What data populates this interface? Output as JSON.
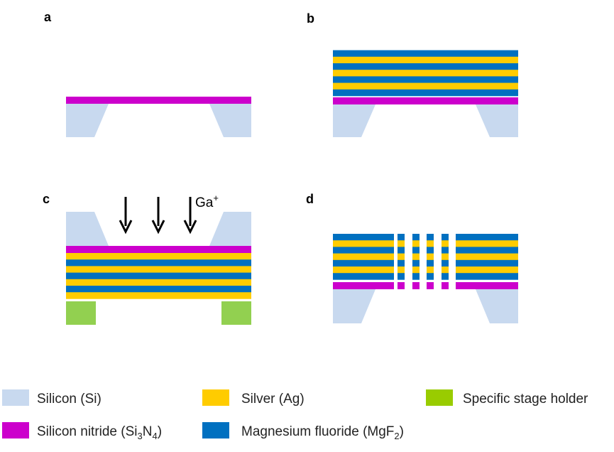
{
  "panels": {
    "a": "a",
    "b": "b",
    "c": "c",
    "d": "d"
  },
  "ion_beam": {
    "label": "Ga",
    "superscript": "+"
  },
  "colors": {
    "silicon": "#c8d9ef",
    "silicon_nitride": "#cc00cc",
    "silver": "#ffcc00",
    "magnesium_fluoride": "#0070c0",
    "stage_holder": "#92d050",
    "arrow": "#000000"
  },
  "legend": [
    {
      "key": "silicon",
      "text": "Silicon (Si)"
    },
    {
      "key": "silver",
      "text": "Silver (Ag)"
    },
    {
      "key": "stage_holder",
      "text": "Specific stage holder"
    },
    {
      "key": "silicon_nitride",
      "text": "Silicon nitride (Si",
      "sub1": "3",
      "mid": "N",
      "sub2": "4",
      "end": ")"
    },
    {
      "key": "magnesium_fluoride",
      "text": "Magnesium fluoride (MgF",
      "sub1": "2",
      "end": ")"
    }
  ]
}
